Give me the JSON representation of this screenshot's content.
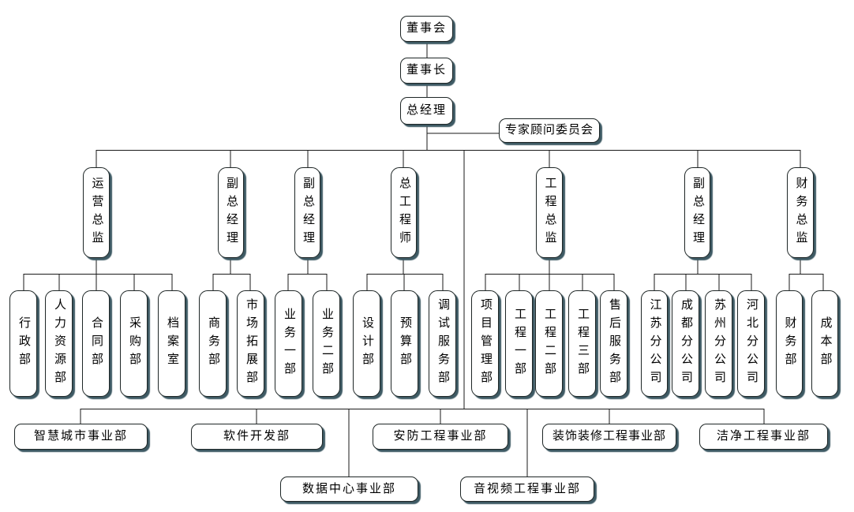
{
  "colors": {
    "background": "#ffffff",
    "box_fill": "#ffffff",
    "box_border": "#1e2626",
    "box_shadow": "#3e5a64",
    "connector_line": "#1a1a1a",
    "text": "#000000"
  },
  "org": {
    "root": {
      "label": "董事会"
    },
    "chairman": {
      "label": "董事长"
    },
    "general_manager": {
      "label": "总经理"
    },
    "advisory": {
      "label": "专家顾问委员会"
    },
    "level2": [
      {
        "label": "运营总监",
        "children": [
          {
            "label": "行政部"
          },
          {
            "label": "人力资源部"
          },
          {
            "label": "合同部"
          },
          {
            "label": "采购部"
          },
          {
            "label": "档案室"
          }
        ]
      },
      {
        "label": "副总经理",
        "children": [
          {
            "label": "商务部"
          },
          {
            "label": "市场拓展部"
          }
        ]
      },
      {
        "label": "副总经理",
        "children": [
          {
            "label": "业务一部"
          },
          {
            "label": "业务二部"
          }
        ]
      },
      {
        "label": "总工程师",
        "children": [
          {
            "label": "设计部"
          },
          {
            "label": "预算部"
          },
          {
            "label": "调试服务部"
          }
        ]
      },
      {
        "label": "工程总监",
        "children": [
          {
            "label": "项目管理部"
          },
          {
            "label": "工程一部"
          },
          {
            "label": "工程二部"
          },
          {
            "label": "工程三部"
          },
          {
            "label": "售后服务部"
          }
        ]
      },
      {
        "label": "副总经理",
        "children": [
          {
            "label": "江苏分公司"
          },
          {
            "label": "成都分公司"
          },
          {
            "label": "苏州分公司"
          },
          {
            "label": "河北分公司"
          }
        ]
      },
      {
        "label": "财务总监",
        "children": [
          {
            "label": "财务部"
          },
          {
            "label": "成本部"
          }
        ]
      }
    ],
    "business_units": [
      {
        "label": "智慧城市事业部"
      },
      {
        "label": "软件开发部"
      },
      {
        "label": "安防工程事业部"
      },
      {
        "label": "装饰装修工程事业部"
      },
      {
        "label": "洁净工程事业部"
      },
      {
        "label": "数据中心事业部"
      },
      {
        "label": "音视频工程事业部"
      }
    ]
  }
}
